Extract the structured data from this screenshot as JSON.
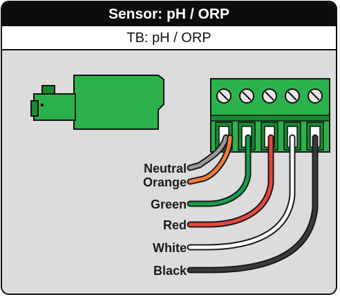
{
  "header": {
    "title": "Sensor: pH / ORP"
  },
  "subheader": {
    "label": "TB: pH / ORP"
  },
  "wires": [
    {
      "label": "Neutral",
      "color": "#9a9a9a"
    },
    {
      "label": "Orange",
      "color": "#f07b3a"
    },
    {
      "label": "Green",
      "color": "#13a14a"
    },
    {
      "label": "Red",
      "color": "#e8453b"
    },
    {
      "label": "White",
      "color": "#ffffff"
    },
    {
      "label": "Black",
      "color": "#3a3a3a"
    }
  ],
  "colors": {
    "connector_green": "#2bb24c",
    "terminal_dark_green": "#188a33",
    "background": "#dcdcdc"
  }
}
